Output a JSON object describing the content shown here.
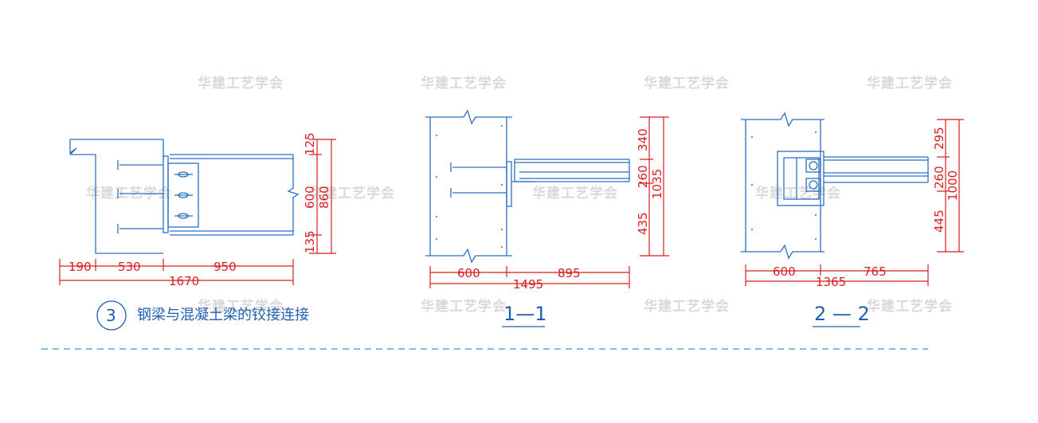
{
  "watermark": "华建工艺学会",
  "detail": {
    "number": "3",
    "title": "钢梁与混凝土梁的铰接连接"
  },
  "view_main": {
    "horizontal_dims": [
      "190",
      "530",
      "950",
      "1670"
    ],
    "vertical_dims": [
      "125",
      "600",
      "135",
      "860"
    ]
  },
  "section_1": {
    "label": "1—1",
    "horizontal_dims": [
      "600",
      "895",
      "1495"
    ],
    "vertical_dims": [
      "340",
      "260",
      "435",
      "1035"
    ]
  },
  "section_2": {
    "label": "2 — 2",
    "horizontal_dims": [
      "600",
      "765",
      "1365"
    ],
    "vertical_dims": [
      "295",
      "260",
      "445",
      "1000"
    ]
  },
  "colors": {
    "line": "#2a6fc4",
    "dimension": "#d81e1e",
    "text": "#1f5fb0",
    "centerline": "#3a8fd9",
    "watermark": "#d9d9d9"
  }
}
